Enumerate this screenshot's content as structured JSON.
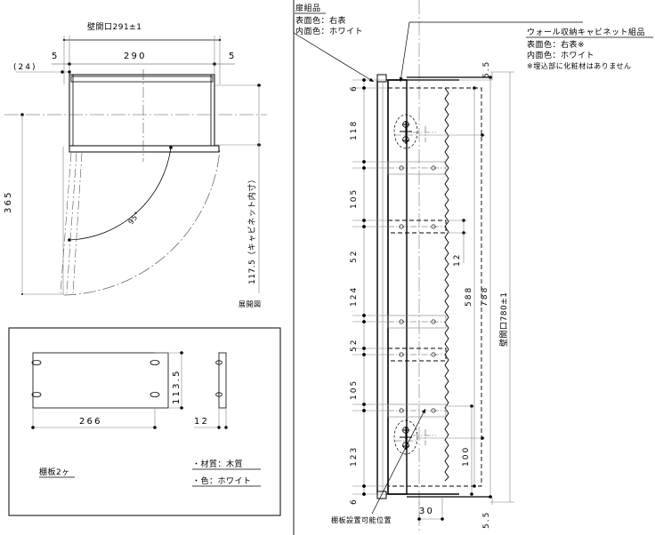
{
  "drawing": {
    "title_blocks": {
      "door_assembly": {
        "heading": "扉組品",
        "lines": [
          "表面色：右表",
          "内面色：ホワイト"
        ]
      },
      "wall_cabinet_assembly": {
        "heading": "ウォール収納キャビネット組品",
        "lines": [
          "表面色：右表※",
          "内面色：ホワイト",
          "※埋込部に化粧材はありません"
        ]
      },
      "shelf_detail": {
        "caption": "棚板2ヶ",
        "specs": [
          "・材質：木質",
          "・色：ホワイト"
        ]
      }
    },
    "plan_view": {
      "label_bottom": "展開図",
      "dimensions": {
        "wall_opening_top": "壁開口291±1",
        "body_width": "290",
        "left_gap": "5",
        "right_gap": "5",
        "offset": "(24)",
        "depth_left": "365",
        "cabinet_inner": "117.5（キャビネット内寸）",
        "door_angle": "95°"
      }
    },
    "section_view": {
      "label_bottom": "棚板設置可能位置",
      "dimensions": {
        "top_edge": "6",
        "top_right_edge": "5.5",
        "seg_118": "118",
        "seg_105_a": "105",
        "seg_52_a": "52",
        "seg_124": "124",
        "seg_52_b": "52",
        "seg_105_b": "105",
        "seg_123": "123",
        "bottom_edge": "6",
        "bottom_right_edge": "5.5",
        "shelf_thickness": "12",
        "inner_588": "588",
        "inner_788": "788",
        "wall_opening_side": "壁開口780±1",
        "bottom_100": "100",
        "bottom_30": "30"
      }
    },
    "shelf_view": {
      "dimensions": {
        "width": "266",
        "height": "113.5",
        "thickness": "12"
      }
    }
  },
  "colors": {
    "line": "#000000",
    "thin_line": "#808080",
    "background": "#ffffff"
  }
}
